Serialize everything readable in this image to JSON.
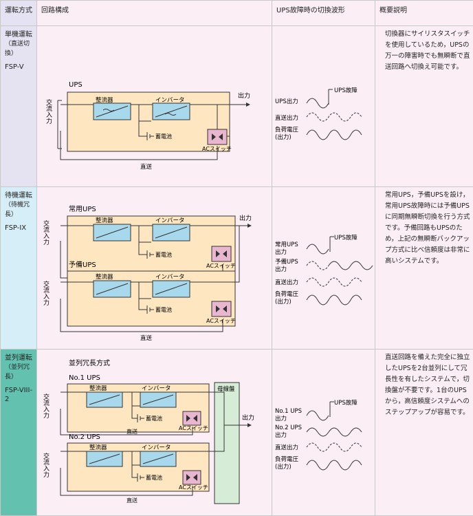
{
  "header": {
    "mode": "運転方式",
    "circuit": "回路構成",
    "waveform": "UPS故障時の切換波形",
    "summary": "概要説明"
  },
  "colors": {
    "row1_mode": "#e5e2f1",
    "row2_mode": "#d6eef7",
    "row3_mode": "#63c1b0",
    "panel_bg": "#fbeef4",
    "ups_box": "#fde6c0",
    "ups_box_border": "#333333",
    "block_blue": "#a8d8ec",
    "ac_switch": "#e9b6cf",
    "busbar": "#d6ecd7"
  },
  "rows": [
    {
      "mode_title": "単機運転",
      "mode_sub": "（直送切換）",
      "mode_code": "FSP-V",
      "circuit": {
        "ups_label": "UPS",
        "ac_input": "交流入力",
        "rectifier": "整流器",
        "inverter": "インバータ",
        "battery": "蓄電池",
        "ac_switch": "ACスイッチ",
        "output": "出力",
        "bypass": "直送"
      },
      "waves": {
        "fault": "UPS故障",
        "labels": [
          "UPS出力",
          "直送出力",
          "負荷電圧\n(出力)"
        ]
      },
      "summary": "切換器にサイリスタスイッチを使用しているため，UPSの万一の障害時でも無瞬断で直送回路へ切換え可能です。"
    },
    {
      "mode_title": "待機運転",
      "mode_sub": "（待機冗長）",
      "mode_code": "FSP-IX",
      "circuit": {
        "ups_label_1": "常用UPS",
        "ups_label_2": "予備UPS",
        "ac_input": "交流入力",
        "rectifier": "整流器",
        "inverter": "インバータ",
        "battery": "蓄電池",
        "ac_switch": "ACスイッチ",
        "output": "出力",
        "bypass": "直送"
      },
      "waves": {
        "fault": "UPS故障",
        "labels": [
          "常用UPS\n出力",
          "予備UPS\n出力",
          "直送出力",
          "負荷電圧\n(出力)"
        ]
      },
      "summary": "常用UPS，予備UPSを設け，常用UPS故障時には予備UPSに同期無瞬断切換を行う方式です。予備回路もUPSのため，上記の無瞬断バックアップ方式に比べ信頼度は非常に高いシステムです。"
    },
    {
      "mode_title": "並列運転",
      "mode_sub": "（並列冗長）",
      "mode_code": "FSP-VIII-2",
      "circuit": {
        "title": "並列冗長方式",
        "ups_label_1": "No.1 UPS",
        "ups_label_2": "No.2 UPS",
        "ac_input": "交流入力",
        "rectifier": "整流器",
        "inverter": "インバータ",
        "battery": "蓄電池",
        "ac_switch": "ACスイッチ",
        "output": "出力",
        "bypass": "直送",
        "busbar": "母線盤"
      },
      "waves": {
        "fault": "UPS故障",
        "labels": [
          "No.1 UPS\n出力",
          "No.2 UPS\n出力",
          "直送出力",
          "負荷電圧\n(出力)"
        ]
      },
      "summary": "直送回路を備えた完全に独立したUPSを2台並列にして冗長性を有したシステムで，切換盤が不要です。1台のUPSから，高信頼度システムへのステップアップが容易です。"
    }
  ]
}
